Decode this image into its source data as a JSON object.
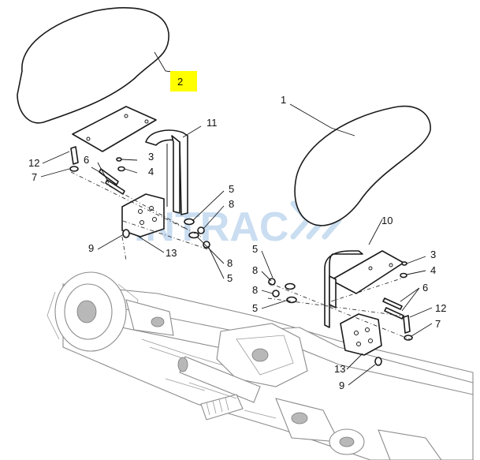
{
  "diagram": {
    "watermark": "INTRAC",
    "highlight_color": "#ffff00",
    "callouts_left": {
      "seat_pad": "2",
      "bracket": "11",
      "bolt": "12",
      "washer": "7",
      "screw_a": "6",
      "nut": "3",
      "lock_washer": "4",
      "flat_washer_top": "5",
      "nut_top": "8",
      "nut_bottom": "8",
      "flat_washer_bottom": "5",
      "spacer": "9",
      "plate": "13"
    },
    "callouts_right": {
      "seat_pad": "1",
      "bracket": "10",
      "nut": "3",
      "lock_washer": "4",
      "screw_a": "6",
      "bolt": "12",
      "washer": "7",
      "flat_washer_top": "5",
      "nut_top": "8",
      "nut_bottom": "8",
      "flat_washer_bottom": "5",
      "plate": "13",
      "spacer": "9"
    }
  }
}
